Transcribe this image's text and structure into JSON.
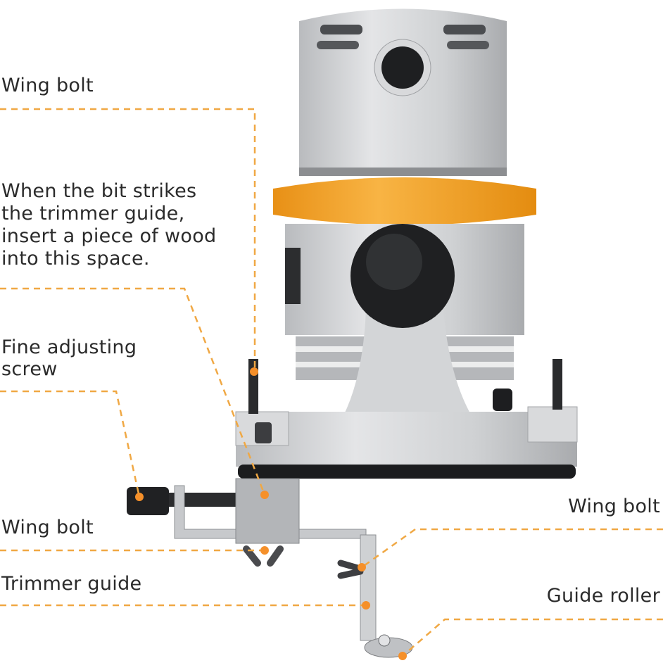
{
  "labels": {
    "wing_bolt_top": "Wing bolt",
    "bit_strikes": [
      "When the bit strikes",
      "the trimmer guide,",
      "insert a piece of wood",
      "into this space."
    ],
    "fine_adjusting": [
      "Fine adjusting",
      "screw"
    ],
    "wing_bolt_left": "Wing bolt",
    "trimmer_guide": "Trimmer guide",
    "wing_bolt_right": "Wing bolt",
    "guide_roller": "Guide roller"
  },
  "colors": {
    "accent": "#f5a030",
    "leader_line": "#f0a844",
    "text": "#2b2b2b",
    "body_silver": "#c9cbce",
    "ring_orange": "#f4a021"
  }
}
